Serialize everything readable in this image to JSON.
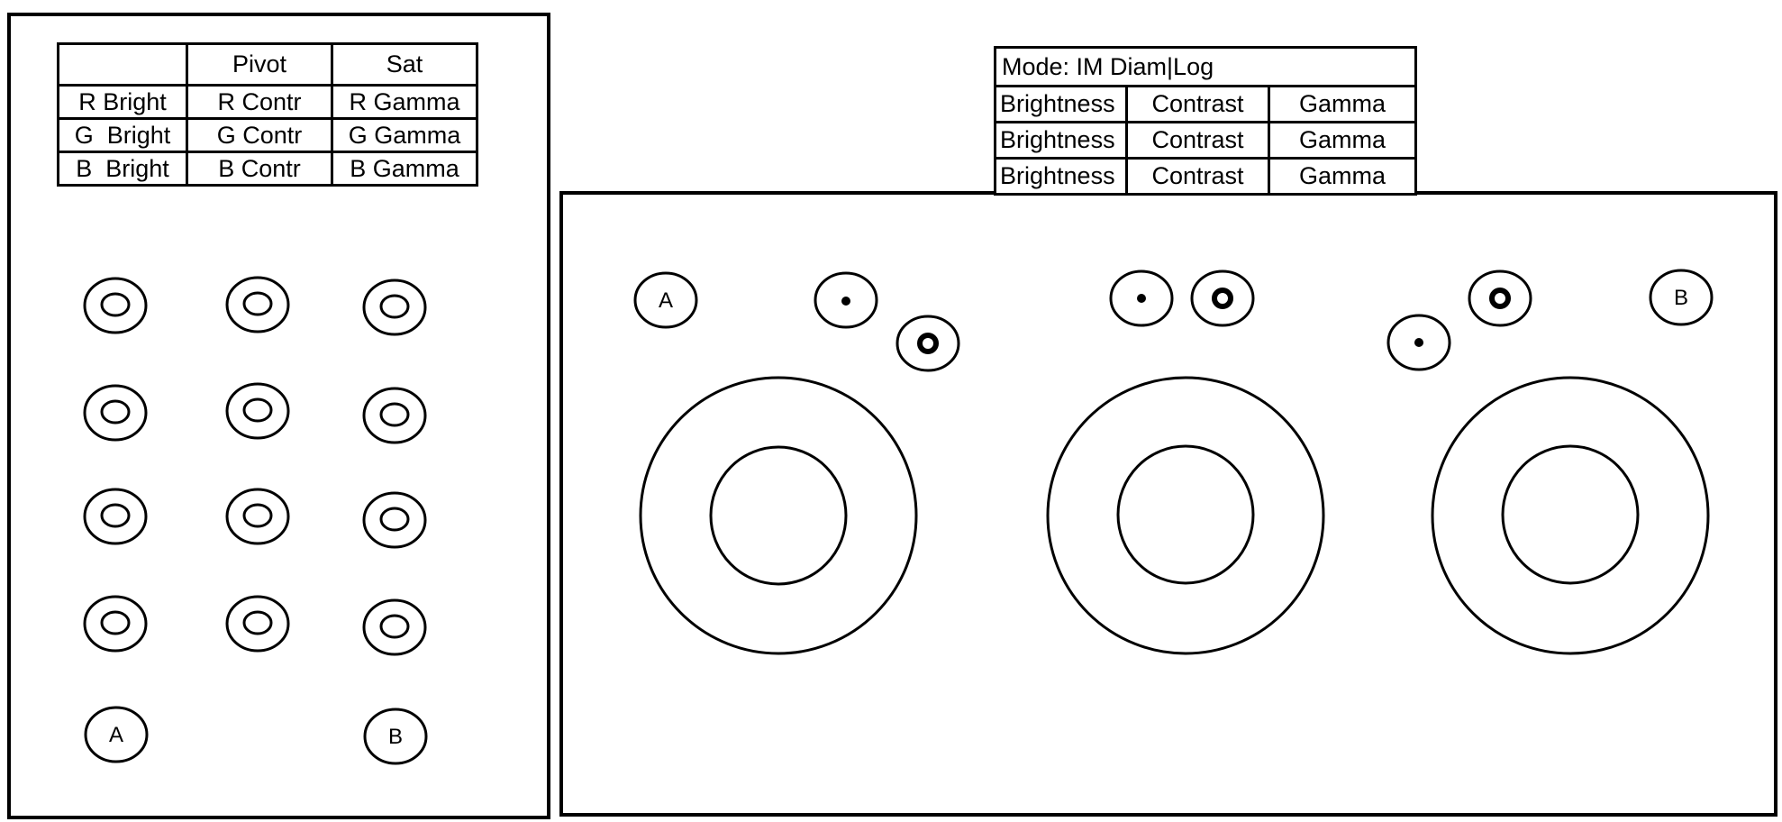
{
  "left_panel": {
    "table": {
      "header": [
        "",
        "Pivot",
        "Sat"
      ],
      "rows": [
        [
          "R Bright",
          "R Contr",
          "R Gamma"
        ],
        [
          "G  Bright",
          "G Contr",
          "G Gamma"
        ],
        [
          "B  Bright",
          "B Contr",
          "B Gamma"
        ]
      ]
    },
    "buttons": {
      "a": "A",
      "b": "B"
    }
  },
  "right_panel": {
    "mode_table": {
      "mode": "Mode: IM Diam|Log",
      "rows": [
        [
          "Brightness",
          "Contrast",
          "Gamma"
        ],
        [
          "Brightness",
          "Contrast",
          "Gamma"
        ],
        [
          "Brightness",
          "Contrast",
          "Gamma"
        ]
      ]
    },
    "buttons": {
      "a": "A",
      "b": "B"
    }
  }
}
